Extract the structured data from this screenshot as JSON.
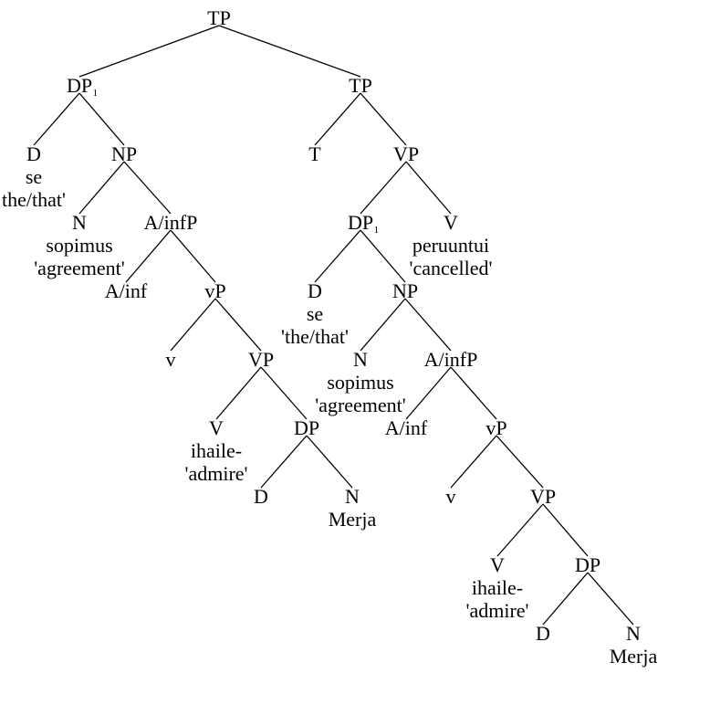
{
  "tree": {
    "nodes": [
      {
        "id": "tp-root",
        "label": "TP"
      },
      {
        "id": "dp1-left",
        "label": "DP",
        "index": "1"
      },
      {
        "id": "tp-right",
        "label": "TP"
      },
      {
        "id": "d-left",
        "label": "D",
        "gloss": [
          "se",
          "the/that'"
        ]
      },
      {
        "id": "np-left",
        "label": "NP"
      },
      {
        "id": "t-node",
        "label": "T"
      },
      {
        "id": "vp-upper",
        "label": "VP"
      },
      {
        "id": "n-left",
        "label": "N",
        "gloss": [
          "sopimus",
          "'agreement'"
        ]
      },
      {
        "id": "ainfp-left",
        "label": "A/infP"
      },
      {
        "id": "dp1-inner",
        "label": "DP",
        "index": "1"
      },
      {
        "id": "v-cancel",
        "label": "V",
        "gloss": [
          "peruuntui",
          "'cancelled'"
        ]
      },
      {
        "id": "ainf-left",
        "label": "A/inf"
      },
      {
        "id": "littlevp-left",
        "label": "vP"
      },
      {
        "id": "d-inner",
        "label": "D",
        "gloss": [
          "se",
          "'the/that'"
        ]
      },
      {
        "id": "np-inner",
        "label": "NP"
      },
      {
        "id": "littlev-left",
        "label": "v"
      },
      {
        "id": "vp-left",
        "label": "VP"
      },
      {
        "id": "n-inner",
        "label": "N",
        "gloss": [
          "sopimus",
          "'agreement'"
        ]
      },
      {
        "id": "ainfp-inner",
        "label": "A/infP"
      },
      {
        "id": "v-admire-left",
        "label": "V",
        "gloss": [
          "ihaile-",
          "'admire'"
        ]
      },
      {
        "id": "dp-merja-left",
        "label": "DP"
      },
      {
        "id": "ainf-inner",
        "label": "A/inf"
      },
      {
        "id": "littlevp-inner",
        "label": "vP"
      },
      {
        "id": "d-merja-left",
        "label": "D"
      },
      {
        "id": "n-merja-left",
        "label": "N",
        "gloss": [
          "Merja"
        ]
      },
      {
        "id": "littlev-inner",
        "label": "v"
      },
      {
        "id": "vp-inner",
        "label": "VP"
      },
      {
        "id": "v-admire-inner",
        "label": "V",
        "gloss": [
          "ihaile-",
          "'admire'"
        ]
      },
      {
        "id": "dp-merja-inner",
        "label": "DP"
      },
      {
        "id": "d-merja-inner",
        "label": "D"
      },
      {
        "id": "n-merja-inner",
        "label": "N",
        "gloss": [
          "Merja"
        ]
      }
    ],
    "edges": [
      [
        "tp-root",
        "dp1-left"
      ],
      [
        "tp-root",
        "tp-right"
      ],
      [
        "dp1-left",
        "d-left"
      ],
      [
        "dp1-left",
        "np-left"
      ],
      [
        "np-left",
        "n-left"
      ],
      [
        "np-left",
        "ainfp-left"
      ],
      [
        "ainfp-left",
        "ainf-left"
      ],
      [
        "ainfp-left",
        "littlevp-left"
      ],
      [
        "littlevp-left",
        "littlev-left"
      ],
      [
        "littlevp-left",
        "vp-left"
      ],
      [
        "vp-left",
        "v-admire-left"
      ],
      [
        "vp-left",
        "dp-merja-left"
      ],
      [
        "dp-merja-left",
        "d-merja-left"
      ],
      [
        "dp-merja-left",
        "n-merja-left"
      ],
      [
        "tp-right",
        "t-node"
      ],
      [
        "tp-right",
        "vp-upper"
      ],
      [
        "vp-upper",
        "dp1-inner"
      ],
      [
        "vp-upper",
        "v-cancel"
      ],
      [
        "dp1-inner",
        "d-inner"
      ],
      [
        "dp1-inner",
        "np-inner"
      ],
      [
        "np-inner",
        "n-inner"
      ],
      [
        "np-inner",
        "ainfp-inner"
      ],
      [
        "ainfp-inner",
        "ainf-inner"
      ],
      [
        "ainfp-inner",
        "littlevp-inner"
      ],
      [
        "littlevp-inner",
        "littlev-inner"
      ],
      [
        "littlevp-inner",
        "vp-inner"
      ],
      [
        "vp-inner",
        "v-admire-inner"
      ],
      [
        "vp-inner",
        "dp-merja-inner"
      ],
      [
        "dp-merja-inner",
        "d-merja-inner"
      ],
      [
        "dp-merja-inner",
        "n-merja-inner"
      ]
    ]
  }
}
